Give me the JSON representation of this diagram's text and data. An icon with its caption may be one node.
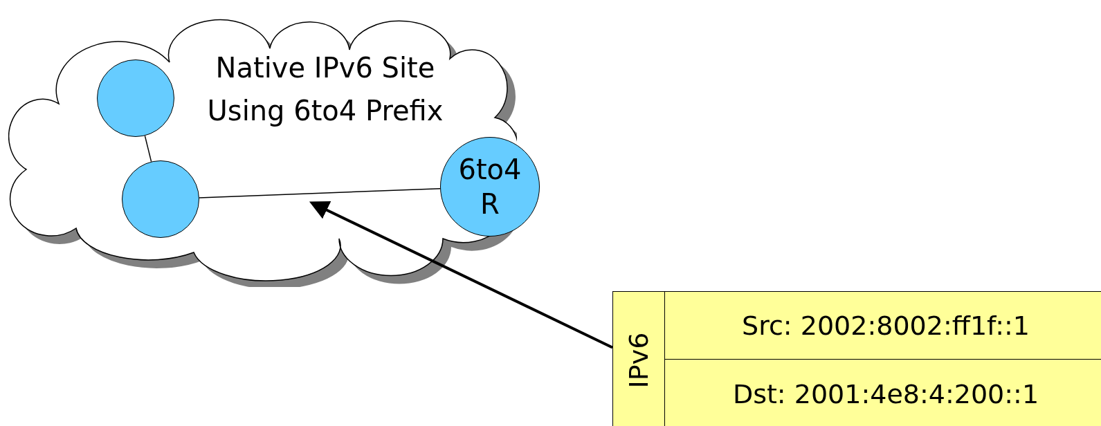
{
  "diagram": {
    "nodes": [
      {
        "text": [
          "Native IPv6 Site Using 6to4 Prefix"
        ]
      },
      {
        "text": [],
        "shape": "circle",
        "in": 0
      },
      {
        "text": [],
        "shape": "circle",
        "in": 0
      },
      {
        "text": [
          "6to4 R"
        ]
      },
      {
        "text": [
          "IPv6"
        ]
      },
      {
        "text": [
          "Src: 2002:8002:ff1f::1"
        ]
      },
      {
        "text": [
          "Dst: 2001:4e8:4:200::1"
        ]
      }
    ],
    "edges": [
      {
        "from": 1,
        "to": 2,
        "arrow": "none"
      },
      {
        "from": 2,
        "to": 3,
        "arrow": "none"
      },
      {
        "from": 4,
        "to": null,
        "arrow": "to",
        "style": "thick"
      }
    ]
  }
}
